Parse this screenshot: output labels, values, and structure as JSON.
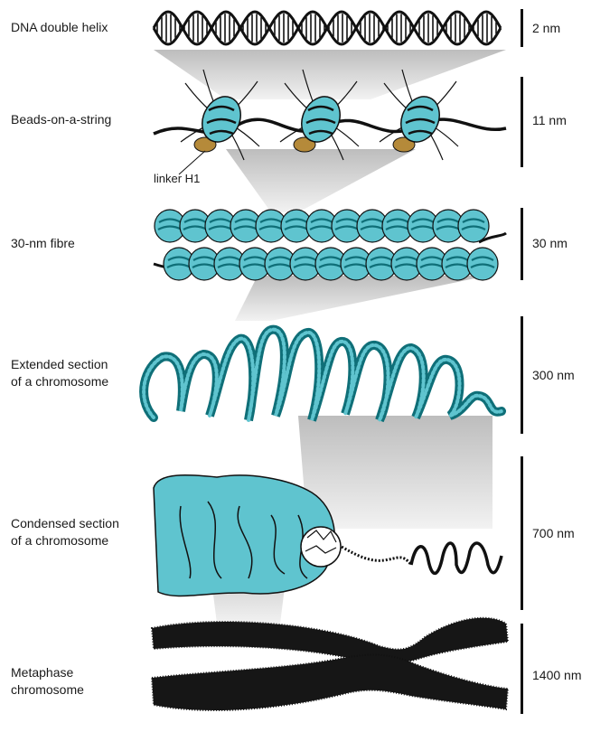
{
  "stages": [
    {
      "name": "DNA double helix",
      "scale": "2 nm"
    },
    {
      "name": "Beads-on-a-string",
      "scale": "11 nm"
    },
    {
      "name": "30-nm fibre",
      "scale": "30 nm"
    },
    {
      "name": "Extended section\nof a chromosome",
      "scale": "300 nm"
    },
    {
      "name": "Condensed section\nof a chromosome",
      "scale": "700 nm"
    },
    {
      "name": "Metaphase\nchromosome",
      "scale": "1400 nm"
    }
  ],
  "callouts": {
    "linker": "linker H1"
  },
  "colors": {
    "cyan": "#5fc4cf",
    "dark_cyan": "#0f6f78",
    "tan": "#b58a3a",
    "ink": "#111111",
    "funnel": "#d9d9d9"
  }
}
